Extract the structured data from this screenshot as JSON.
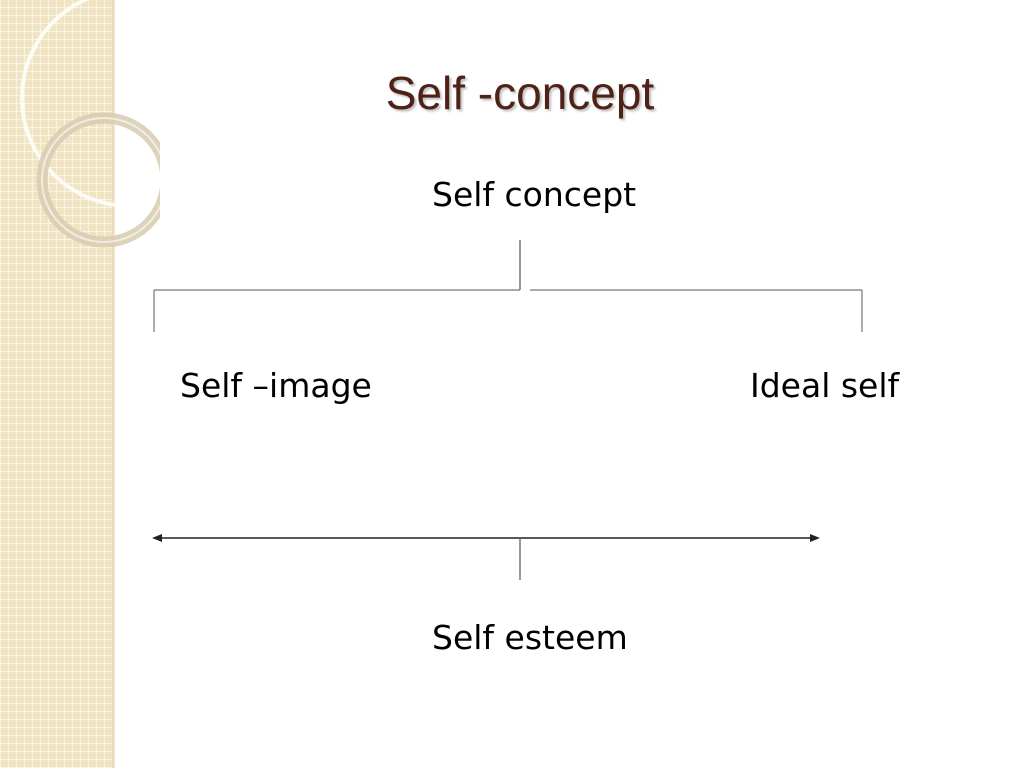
{
  "slide": {
    "title": "Self -concept"
  },
  "diagram": {
    "root": "Self concept",
    "left_child": "Self –image",
    "right_child": "Ideal self",
    "bottom": "Self esteem"
  },
  "colors": {
    "title": "#4e2217",
    "side_band": "#f1e4c2",
    "lines": "#555555"
  }
}
